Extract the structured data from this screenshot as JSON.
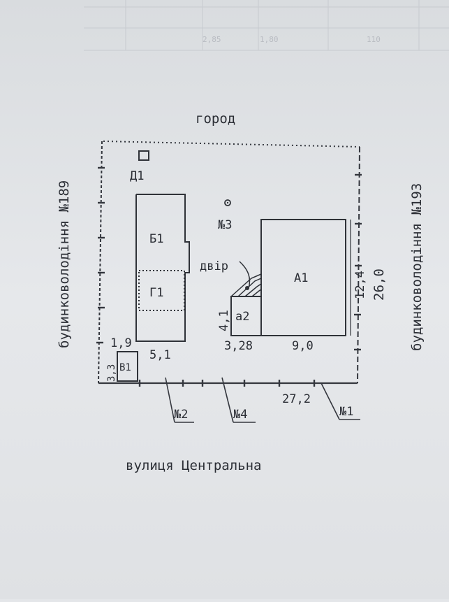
{
  "plan": {
    "top_label": "город",
    "left_label": "будинковолодіння №189",
    "right_label": "будинковолодіння №193",
    "street_label": "вулиця Центральна",
    "yard_label": "двір",
    "buildings": {
      "A1": "А1",
      "a2": "а2",
      "B1": "Б1",
      "G1": "Г1",
      "V1": "В1",
      "D1": "Д1"
    },
    "points": {
      "p1": "№1",
      "p2": "№2",
      "p3": "№3",
      "p4": "№4"
    },
    "dimensions": {
      "d_26_0": "26,0",
      "d_12_4": "12,4",
      "d_4_1": "4,1",
      "d_3_28": "3,28",
      "d_9_0": "9,0",
      "d_5_1": "5,1",
      "d_1_9": "1,9",
      "d_3_3": "3,3",
      "d_27_2": "27,2"
    },
    "header_faint": [
      "2,85",
      "1,80",
      "110"
    ]
  }
}
